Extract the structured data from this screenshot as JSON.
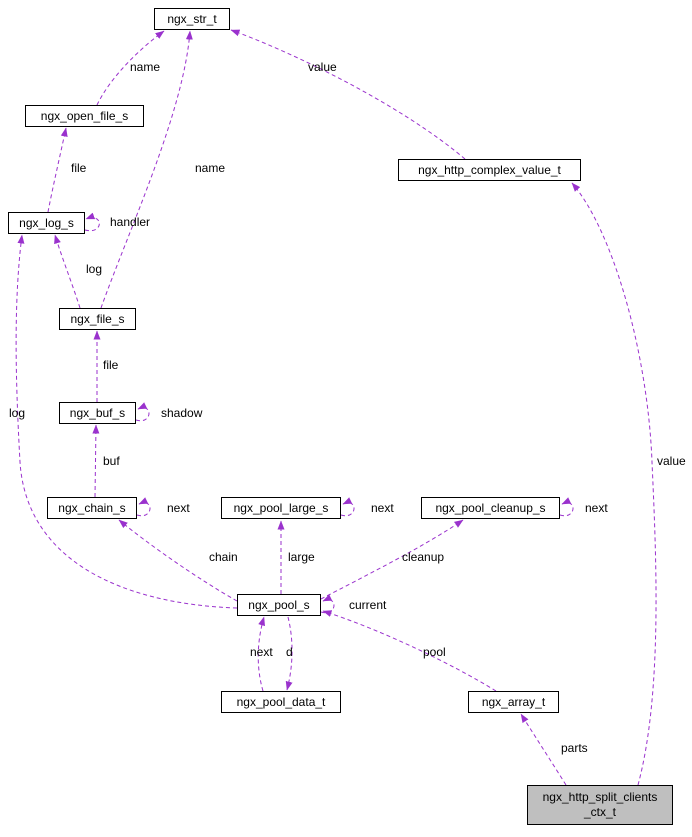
{
  "diagram": {
    "type": "collaboration-graph"
  },
  "colors": {
    "edge-color": "#9a32cd",
    "node-border": "#000000",
    "node-fill": "#ffffff",
    "highlight-fill": "#bfbfbf",
    "background": "#ffffff"
  },
  "nodes": [
    {
      "id": "ngx_str_t",
      "label": "ngx_str_t"
    },
    {
      "id": "ngx_open_file_s",
      "label": "ngx_open_file_s"
    },
    {
      "id": "ngx_http_complex_value_t",
      "label": "ngx_http_complex_value_t"
    },
    {
      "id": "ngx_log_s",
      "label": "ngx_log_s"
    },
    {
      "id": "ngx_file_s",
      "label": "ngx_file_s"
    },
    {
      "id": "ngx_buf_s",
      "label": "ngx_buf_s"
    },
    {
      "id": "ngx_chain_s",
      "label": "ngx_chain_s"
    },
    {
      "id": "ngx_pool_large_s",
      "label": "ngx_pool_large_s"
    },
    {
      "id": "ngx_pool_cleanup_s",
      "label": "ngx_pool_cleanup_s"
    },
    {
      "id": "ngx_pool_s",
      "label": "ngx_pool_s"
    },
    {
      "id": "ngx_pool_data_t",
      "label": "ngx_pool_data_t"
    },
    {
      "id": "ngx_array_t",
      "label": "ngx_array_t"
    },
    {
      "id": "ngx_http_split_clients_ctx_t",
      "label": "ngx_http_split_clients\n_ctx_t"
    }
  ],
  "edges": [
    {
      "from": "ngx_open_file_s",
      "to": "ngx_str_t",
      "label": "name"
    },
    {
      "from": "ngx_file_s",
      "to": "ngx_str_t",
      "label": "name"
    },
    {
      "from": "ngx_http_complex_value_t",
      "to": "ngx_str_t",
      "label": "value"
    },
    {
      "from": "ngx_log_s",
      "to": "ngx_open_file_s",
      "label": "file"
    },
    {
      "from": "ngx_log_s",
      "to": "ngx_log_s",
      "label": "handler"
    },
    {
      "from": "ngx_file_s",
      "to": "ngx_log_s",
      "label": "log"
    },
    {
      "from": "ngx_buf_s",
      "to": "ngx_file_s",
      "label": "file"
    },
    {
      "from": "ngx_buf_s",
      "to": "ngx_buf_s",
      "label": "shadow"
    },
    {
      "from": "ngx_chain_s",
      "to": "ngx_buf_s",
      "label": "buf"
    },
    {
      "from": "ngx_chain_s",
      "to": "ngx_chain_s",
      "label": "next"
    },
    {
      "from": "ngx_pool_large_s",
      "to": "ngx_pool_large_s",
      "label": "next"
    },
    {
      "from": "ngx_pool_cleanup_s",
      "to": "ngx_pool_cleanup_s",
      "label": "next"
    },
    {
      "from": "ngx_pool_s",
      "to": "ngx_chain_s",
      "label": "chain"
    },
    {
      "from": "ngx_pool_s",
      "to": "ngx_pool_large_s",
      "label": "large"
    },
    {
      "from": "ngx_pool_s",
      "to": "ngx_pool_cleanup_s",
      "label": "cleanup"
    },
    {
      "from": "ngx_pool_s",
      "to": "ngx_pool_s",
      "label": "current"
    },
    {
      "from": "ngx_pool_s",
      "to": "ngx_log_s",
      "label": "log"
    },
    {
      "from": "ngx_pool_data_t",
      "to": "ngx_pool_s",
      "label": "next"
    },
    {
      "from": "ngx_pool_s",
      "to": "ngx_pool_data_t",
      "label": "d"
    },
    {
      "from": "ngx_array_t",
      "to": "ngx_pool_s",
      "label": "pool"
    },
    {
      "from": "ngx_http_split_clients_ctx_t",
      "to": "ngx_array_t",
      "label": "parts"
    },
    {
      "from": "ngx_http_split_clients_ctx_t",
      "to": "ngx_http_complex_value_t",
      "label": "value"
    }
  ]
}
